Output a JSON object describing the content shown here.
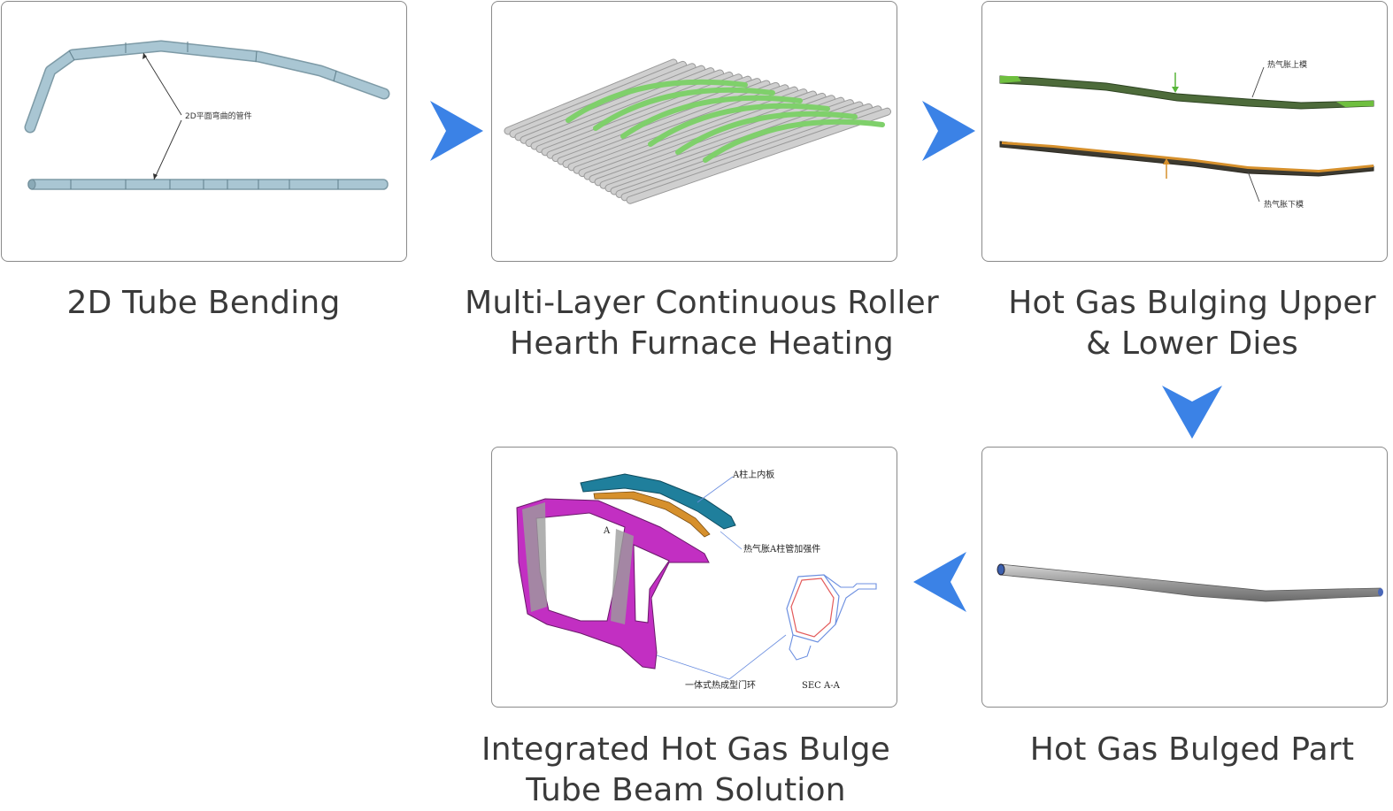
{
  "steps": [
    {
      "caption_lines": [
        "2D Tube Bending"
      ],
      "image_labels": {
        "tube_label": "2D平面弯曲的管件"
      }
    },
    {
      "caption_lines": [
        "Multi-Layer Continuous Roller",
        "Hearth Furnace Heating"
      ],
      "image_labels": {}
    },
    {
      "caption_lines": [
        "Hot Gas Bulging Upper",
        "& Lower Dies"
      ],
      "image_labels": {
        "upper_die": "热气胀上模",
        "lower_die": "热气胀下模"
      }
    },
    {
      "caption_lines": [
        "Hot Gas Bulged Part"
      ],
      "image_labels": {}
    },
    {
      "caption_lines": [
        "Integrated Hot Gas Bulge",
        "Tube Beam Solution"
      ],
      "image_labels": {
        "a_pillar_inner": "A柱上内板",
        "section_mark": "A",
        "reinforcement": "热气胀A柱管加强件",
        "door_ring": "一体式热成型门环",
        "section": "SEC A-A"
      }
    }
  ],
  "colors": {
    "arrow": "#3b82e6",
    "tube": "#a9c6d3",
    "roller": "#cfcfcf",
    "heated_tube": "#7fd06b",
    "upper_die": "#4d6b3a",
    "lower_die": "#d6902c",
    "door_ring": "#c22fc2",
    "inner_panel": "#1f7f9c",
    "section_red": "#e35b5b",
    "section_blue": "#6c8fe0"
  },
  "icons": [
    "arrow-right-icon",
    "arrow-right-icon",
    "arrow-down-icon",
    "arrow-left-icon"
  ]
}
